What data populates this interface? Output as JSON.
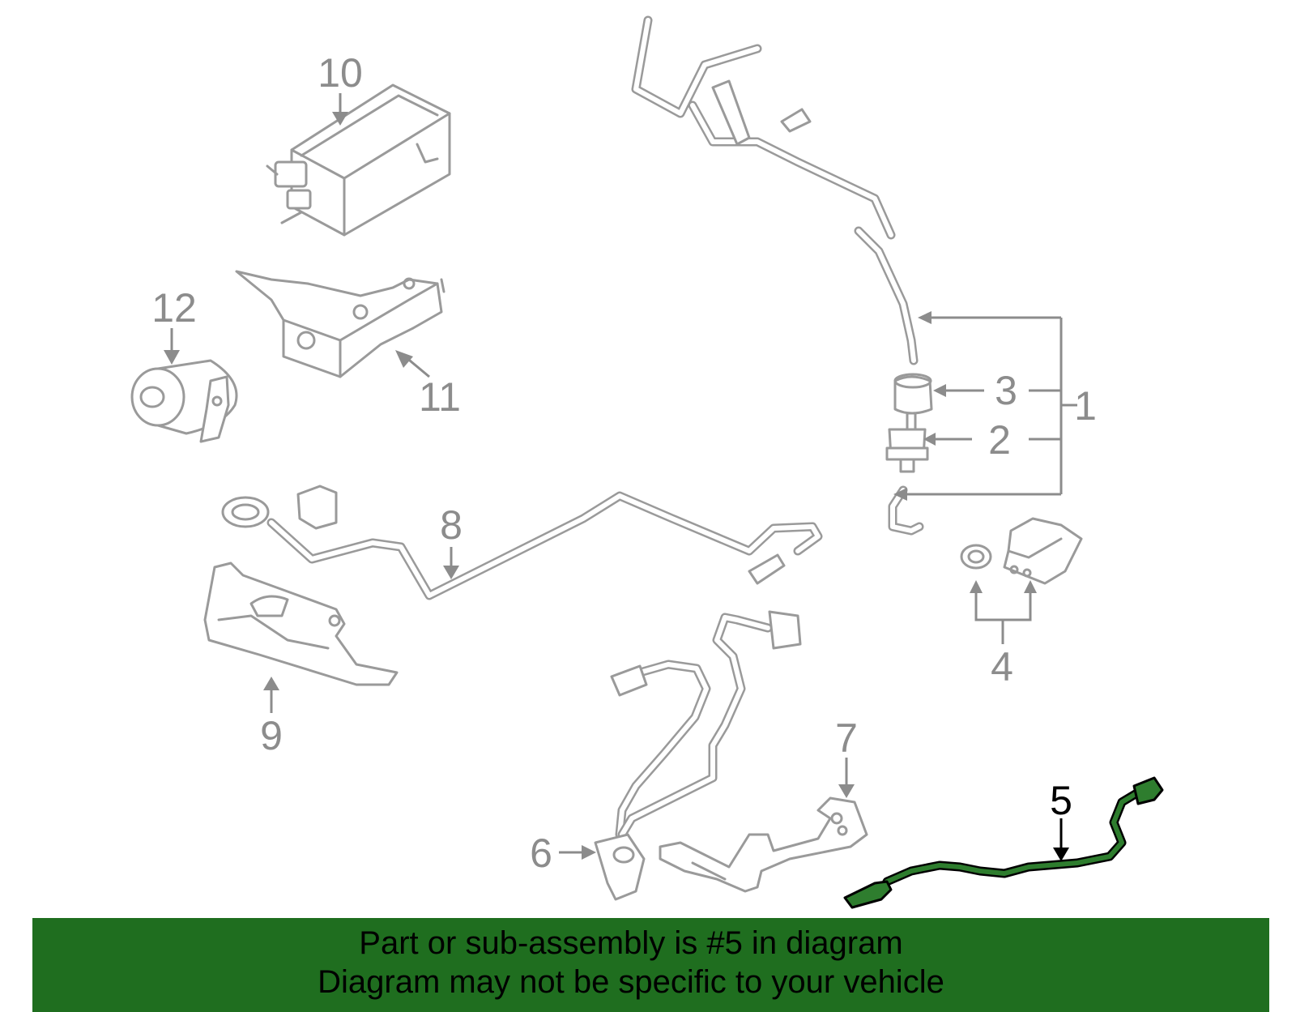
{
  "diagram": {
    "callouts": [
      {
        "id": "1",
        "label": "1"
      },
      {
        "id": "2",
        "label": "2"
      },
      {
        "id": "3",
        "label": "3"
      },
      {
        "id": "4",
        "label": "4"
      },
      {
        "id": "5",
        "label": "5",
        "highlighted": true
      },
      {
        "id": "6",
        "label": "6"
      },
      {
        "id": "7",
        "label": "7"
      },
      {
        "id": "8",
        "label": "8"
      },
      {
        "id": "9",
        "label": "9"
      },
      {
        "id": "10",
        "label": "10"
      },
      {
        "id": "11",
        "label": "11"
      },
      {
        "id": "12",
        "label": "12"
      }
    ],
    "colors": {
      "part_outline": "#9a9a9a",
      "callout_text": "#8c8c8c",
      "highlight_fill": "#2e7d2e",
      "highlight_outline": "#000000",
      "banner_background": "#1f6e1f"
    }
  },
  "banner": {
    "line1": "Part or sub-assembly is #5 in diagram",
    "line2": "Diagram may not be specific to your vehicle"
  }
}
